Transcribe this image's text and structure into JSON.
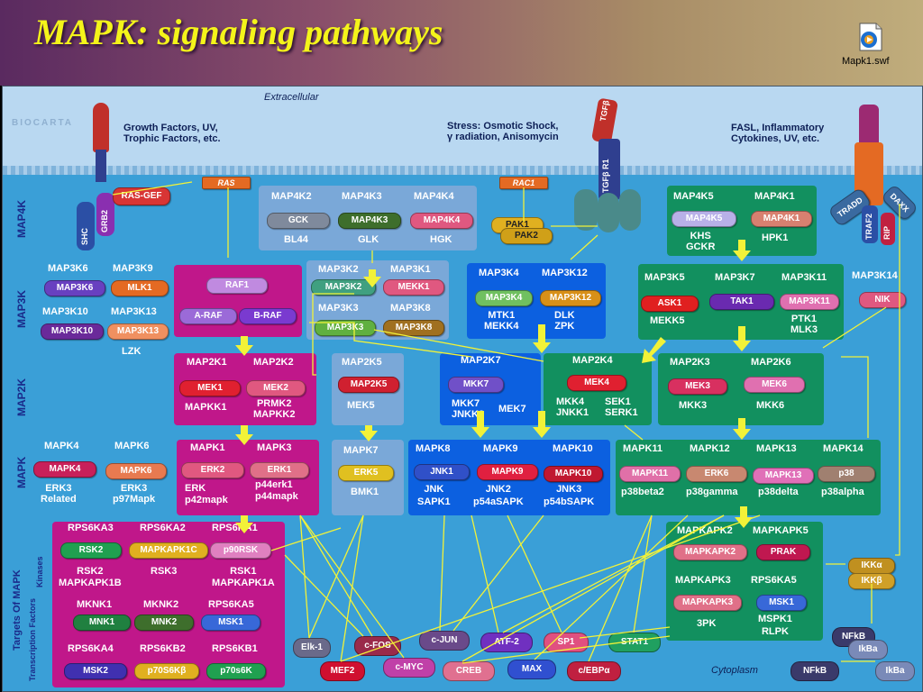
{
  "header": {
    "title": "MAPK: signaling pathways",
    "file_label": "Mapk1.swf"
  },
  "diagram": {
    "extracellular": "Extracellular",
    "cytoplasm": "Cytoplasm",
    "logo": "BIOCARTA",
    "stimuli": {
      "growth": "Growth Factors, UV,\nTrophic Factors, etc.",
      "stress": "Stress: Osmotic Shock,\nγ radiation, Anisomycin",
      "fasl": "FASL, Inflammatory\nCytokines, UV, etc."
    },
    "levels": {
      "map4k": "MAP4K",
      "map3k": "MAP3K",
      "map2k": "MAP2K",
      "mapk": "MAPK",
      "targets": "Targets Of MAPK",
      "kinases": "Kinases",
      "tf": "Transcription Factors"
    },
    "receptors": {
      "tgfb": "TGFβ",
      "tgfbr1": "TGFβ R1",
      "shc": "SHC",
      "grb2": "GRB2",
      "rasgef": "RAS-GEF",
      "ras": "RAS",
      "rac1": "RAC1",
      "tradd": "TRADD",
      "daxx": "DAXX",
      "traf2": "TRAF2",
      "rip": "RIP"
    },
    "map4k_box": {
      "h1": "MAP4K2",
      "h2": "MAP4K3",
      "h3": "MAP4K4",
      "p1": "GCK",
      "p2": "MAP4K3",
      "p3": "MAP4K4",
      "s1": "BL44",
      "s2": "GLK",
      "s3": "HGK"
    },
    "pak": {
      "p1": "PAK1",
      "p2": "PAK2"
    },
    "map4k_green": {
      "h1": "MAP4K5",
      "h2": "MAP4K1",
      "p1": "MAP4K5",
      "p2": "MAP4K1",
      "s1": "KHS\nGCKR",
      "s2": "HPK1"
    },
    "map3k_left": {
      "h1": "MAP3K6",
      "h2": "MAP3K9",
      "p1": "MAP3K6",
      "p2": "MLK1",
      "h3": "MAP3K10",
      "h4": "MAP3K13",
      "p3": "MAP3K10",
      "p4": "MAP3K13",
      "s4": "LZK"
    },
    "raf_box": {
      "p1": "RAF1",
      "p2": "A-RAF",
      "p3": "B-RAF"
    },
    "map3k_mid": {
      "h1": "MAP3K2",
      "h2": "MAP3K1",
      "p1": "MAP3K2",
      "p2": "MEKK1",
      "h3": "MAP3K3",
      "h4": "MAP3K8",
      "p3": "MAP3K3",
      "p4": "MAP3K8"
    },
    "map3k_blue": {
      "h1": "MAP3K4",
      "h2": "MAP3K12",
      "p1": "MAP3K4",
      "p2": "MAP3K12",
      "s1": "MTK1\nMEKK4",
      "s2": "DLK\nZPK"
    },
    "map3k_green": {
      "h1": "MAP3K5",
      "h2": "MAP3K7",
      "h3": "MAP3K11",
      "p1": "ASK1",
      "p2": "TAK1",
      "p3": "MAP3K11",
      "s1": "MEKK5",
      "s3": "PTK1\nMLK3"
    },
    "map3k14": {
      "h": "MAP3K14",
      "p": "NIK"
    },
    "map2k_mag": {
      "h1": "MAP2K1",
      "h2": "MAP2K2",
      "p1": "MEK1",
      "p2": "MEK2",
      "s1": "MAPKK1",
      "s2": "PRMK2\nMAPKK2"
    },
    "map2k5": {
      "h": "MAP2K5",
      "p": "MAP2K5",
      "s": "MEK5"
    },
    "map2k7": {
      "h": "MAP2K7",
      "p": "MKK7",
      "s": "MKK7\nJNKK2",
      "s2": "MEK7"
    },
    "map2k4": {
      "h": "MAP2K4",
      "p": "MEK4",
      "s1": "MKK4\nJNKK1",
      "s2": "SEK1\nSERK1"
    },
    "map2k36": {
      "h1": "MAP2K3",
      "h2": "MAP2K6",
      "p1": "MEK3",
      "p2": "MEK6",
      "s1": "MKK3",
      "s2": "MKK6"
    },
    "mapk_left": {
      "h1": "MAPK4",
      "h2": "MAPK6",
      "p1": "MAPK4",
      "p2": "MAPK6",
      "s1": "ERK3\nRelated",
      "s2": "ERK3\np97Mapk"
    },
    "mapk_erk": {
      "h1": "MAPK1",
      "h2": "MAPK3",
      "p1": "ERK2",
      "p2": "ERK1",
      "s1": "ERK\np42mapk",
      "s2": "p44erk1\np44mapk"
    },
    "mapk7": {
      "h": "MAPK7",
      "p": "ERK5",
      "s": "BMK1"
    },
    "mapk_jnk": {
      "h1": "MAPK8",
      "h2": "MAPK9",
      "h3": "MAPK10",
      "p1": "JNK1",
      "p2": "MAPK9",
      "p3": "MAPK10",
      "s1": "JNK\nSAPK1",
      "s2": "JNK2\np54aSAPK",
      "s3": "JNK3\np54bSAPK"
    },
    "mapk_p38": {
      "h1": "MAPK11",
      "h2": "MAPK12",
      "h3": "MAPK13",
      "h4": "MAPK14",
      "p1": "MAPK11",
      "p2": "ERK6",
      "p3": "MAPK13",
      "p4": "p38",
      "s1": "p38beta2",
      "s2": "p38gamma",
      "s3": "p38delta",
      "s4": "p38alpha"
    },
    "targets": {
      "h1": "RPS6KA3",
      "h2": "RPS6KA2",
      "h3": "RPS6KA1",
      "p1": "RSK2",
      "p2": "MAPKAPK1C",
      "p3": "p90RSK",
      "s1": "RSK2\nMAPKAPK1B",
      "s2": "RSK3",
      "s3": "RSK1\nMAPKAPK1A",
      "h4": "MKNK1",
      "h5": "MKNK2",
      "h6": "RPS6KA5",
      "p4": "MNK1",
      "p5": "MNK2",
      "p6": "MSK1",
      "h7": "RPS6KA4",
      "h8": "RPS6KB2",
      "h9": "RPS6KB1",
      "p7": "MSK2",
      "p8": "p70S6Kβ",
      "p9": "p70s6K"
    },
    "mapkapk": {
      "h1": "MAPKAPK2",
      "h2": "MAPKAPK5",
      "p1": "MAPKAPK2",
      "p2": "PRAK",
      "h3": "MAPKAPK3",
      "h4": "RPS6KA5",
      "p3": "MAPKAPK3",
      "p4": "MSK1",
      "s3": "3PK",
      "s4": "MSPK1\nRLPK"
    },
    "ikk": {
      "p1": "IKKα",
      "p2": "IKKβ"
    },
    "tfs": [
      "Elk-1",
      "MEF2",
      "c-FOS",
      "c-MYC",
      "c-JUN",
      "CREB",
      "ATF-2",
      "MAX",
      "SP1",
      "c/EBPα",
      "STAT1"
    ],
    "nfkb": {
      "a": "NFkB",
      "b": "IkBa",
      "c": "NFkB",
      "d": "IkBa"
    }
  },
  "colors": {
    "cyto": "#3a9fd7",
    "magenta": "#c0178a",
    "green": "#12905f",
    "blue": "#0c60e0",
    "lightblue": "#7aa8d8",
    "arrow": "#f2f238"
  }
}
